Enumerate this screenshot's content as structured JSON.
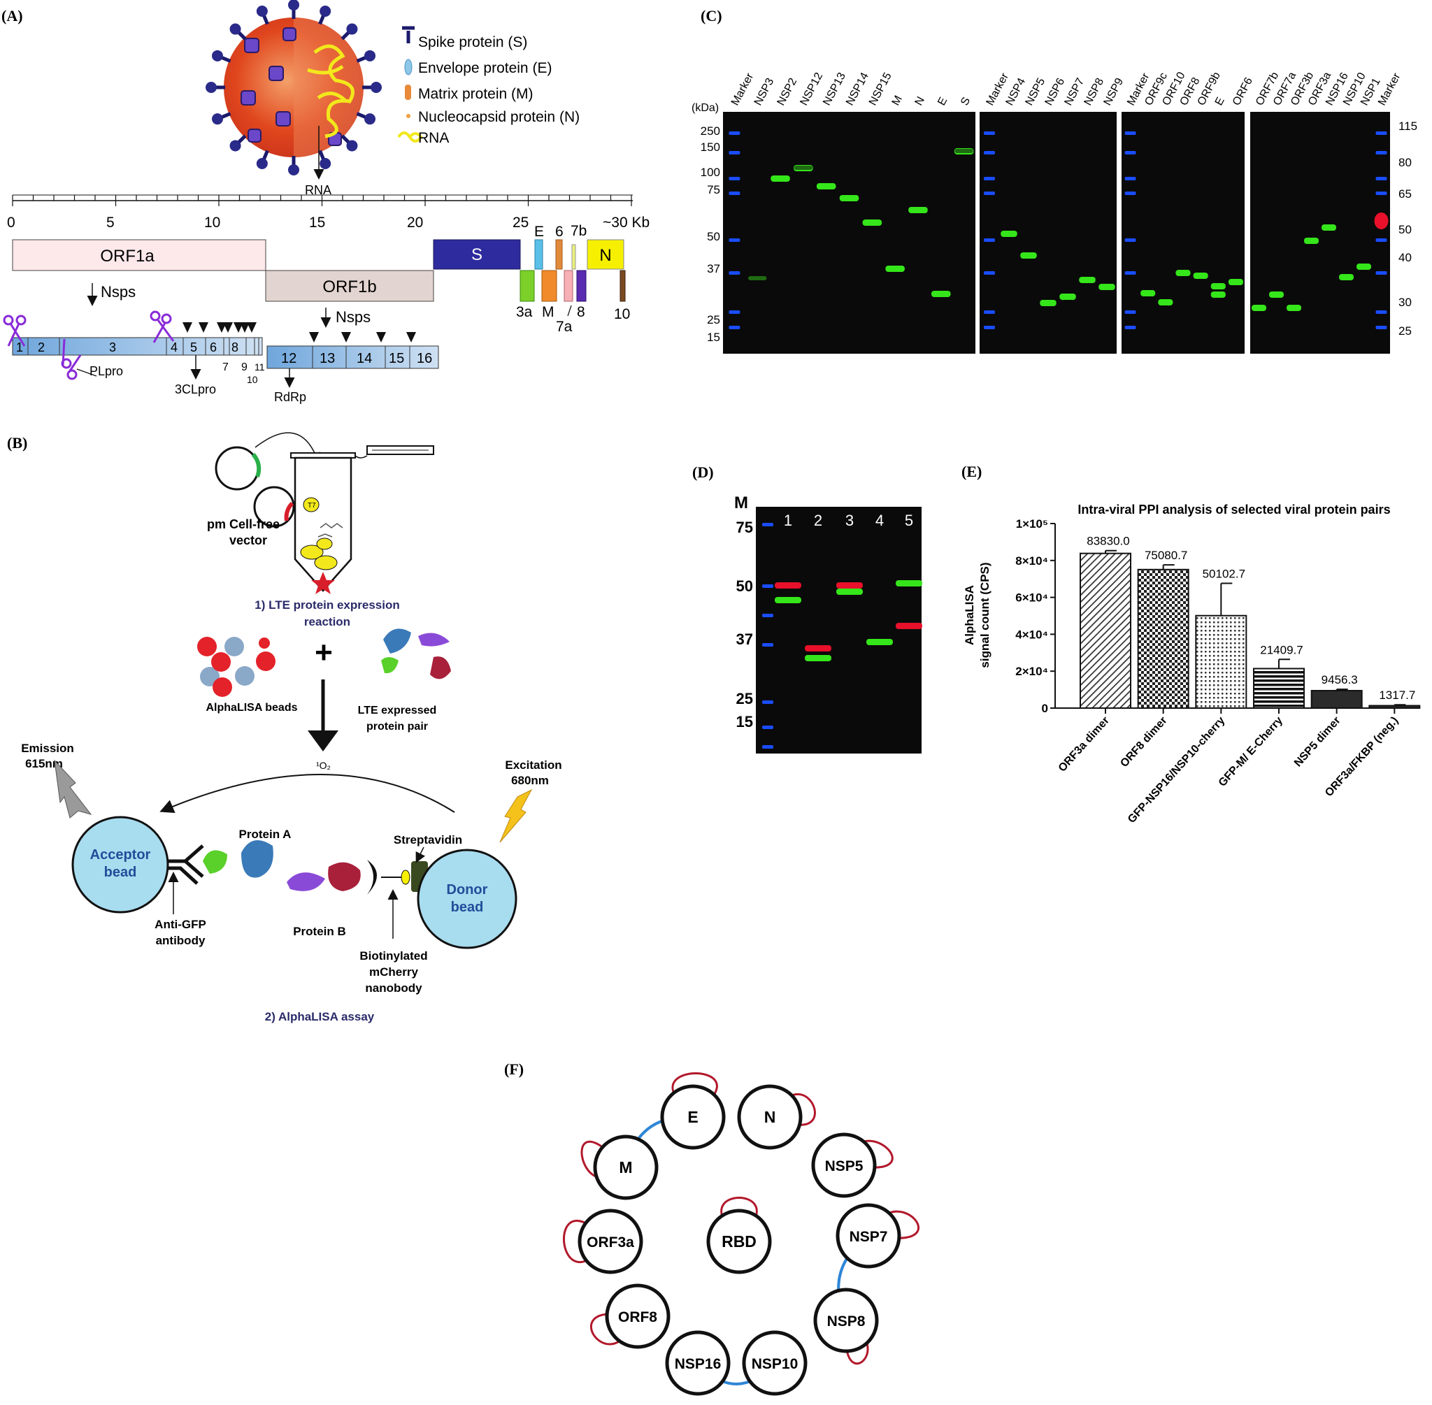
{
  "panels": {
    "A": {
      "label": "(A)",
      "legend": [
        "Spike protein (S)",
        "Envelope protein (E)",
        "Matrix protein (M)",
        "Nucleocapsid protein (N)",
        "RNA"
      ],
      "rna_label": "RNA",
      "scale_ticks": [
        "0",
        "5",
        "10",
        "15",
        "20",
        "25",
        "~30 Kb"
      ],
      "genes": {
        "orf1a": "ORF1a",
        "orf1b": "ORF1b",
        "S": "S",
        "N": "N",
        "E": "E",
        "six": "6",
        "seven_b": "7b",
        "three_a": "3a",
        "M": "M",
        "seven_a": "7a",
        "eight": "8",
        "ten": "10"
      },
      "nsps_label": "Nsps",
      "nsps": [
        "1",
        "2",
        "3",
        "4",
        "5",
        "6",
        "7",
        "8",
        "9",
        "10",
        "11",
        "12",
        "13",
        "14",
        "15",
        "16"
      ],
      "proteases": {
        "plpro": "PLpro",
        "clpro": "3CLpro",
        "rdrp": "RdRp"
      }
    },
    "B": {
      "label": "(B)",
      "vector_label": [
        "pm Cell-free",
        "vector"
      ],
      "t7": "T7",
      "step1": [
        "1) LTE protein expression",
        "reaction"
      ],
      "plus": "+",
      "beads_label": "AlphaLISA beads",
      "pair_label": [
        "LTE expressed",
        "protein pair"
      ],
      "singlet_o2": "¹O₂",
      "emission": [
        "Emission",
        "615nm"
      ],
      "excitation": [
        "Excitation",
        "680nm"
      ],
      "acceptor": [
        "Acceptor",
        "bead"
      ],
      "donor": [
        "Donor",
        "bead"
      ],
      "protein_a": "Protein A",
      "protein_b": "Protein B",
      "streptavidin": "Streptavidin",
      "anti_gfp": [
        "Anti-GFP",
        "antibody"
      ],
      "nanobody": [
        "Biotinylated",
        "mCherry",
        "nanobody"
      ],
      "step2": "2) AlphaLISA assay"
    },
    "C": {
      "label": "(C)",
      "kda": "(kDa)",
      "left_markers": [
        "250",
        "150",
        "100",
        "75",
        "50",
        "37",
        "25",
        "15"
      ],
      "right_markers": [
        "115",
        "80",
        "65",
        "50",
        "40",
        "30",
        "25"
      ],
      "lanes": [
        [
          "Marker",
          "NSP3",
          "NSP2",
          "NSP12",
          "NSP13",
          "NSP14",
          "NSP15",
          "M",
          "N",
          "E",
          "S"
        ],
        [
          "Marker",
          "NSP4",
          "NSP5",
          "NSP6",
          "NSP7",
          "NSP8",
          "NSP9"
        ],
        [
          "Marker",
          "ORF9c",
          "ORF10",
          "ORF8",
          "ORF9b",
          "E",
          "ORF6"
        ],
        [
          "ORF7b",
          "ORF7a",
          "ORF3b",
          "ORF3a",
          "NSP16",
          "NSP10",
          "NSP1",
          "Marker"
        ]
      ]
    },
    "D": {
      "label": "(D)",
      "marker_header": "M",
      "markers": [
        "75",
        "50",
        "37",
        "25",
        "15"
      ],
      "lanes": [
        "1",
        "2",
        "3",
        "4",
        "5"
      ]
    },
    "E": {
      "label": "(E)"
    },
    "F": {
      "label": "(F)",
      "nodes": [
        "E",
        "N",
        "NSP5",
        "NSP7",
        "NSP8",
        "NSP10",
        "NSP16",
        "ORF8",
        "ORF3a",
        "M",
        "RBD"
      ]
    }
  },
  "colors": {
    "red_band": "#e8102a",
    "green_band": "#35e61a",
    "blue_marker": "#1a4dff",
    "self_loop": "#b2182b",
    "interaction": "#2f86d6",
    "bead": "#a8dcef"
  },
  "chart_data": {
    "type": "bar",
    "title": "Intra-viral PPI analysis of selected viral protein pairs",
    "ylabel": [
      "AlphaLISA",
      "signal count (CPS)"
    ],
    "xlabel": "",
    "categories": [
      "ORF3a dimer",
      "ORF8 dimer",
      "GFP-NSP16/NSP10-cherry",
      "GFP-M/ E-Cherry",
      "NSP5 dimer",
      "ORF3a/FKBP (neg.)"
    ],
    "values": [
      83830.0,
      75080.7,
      50102.7,
      21409.7,
      9456.3,
      1317.7
    ],
    "value_labels": [
      "83830.0",
      "75080.7",
      "50102.7",
      "21409.7",
      "9456.3",
      "1317.7"
    ],
    "errors": [
      1500,
      2500,
      17500,
      5000,
      700,
      500
    ],
    "ylim": [
      0,
      100000
    ],
    "yticks": [
      0,
      20000,
      40000,
      60000,
      80000,
      100000
    ],
    "ytick_labels": [
      "0",
      "2×10⁴",
      "4×10⁴",
      "6×10⁴",
      "8×10⁴",
      "1×10⁵"
    ],
    "grid": false
  }
}
